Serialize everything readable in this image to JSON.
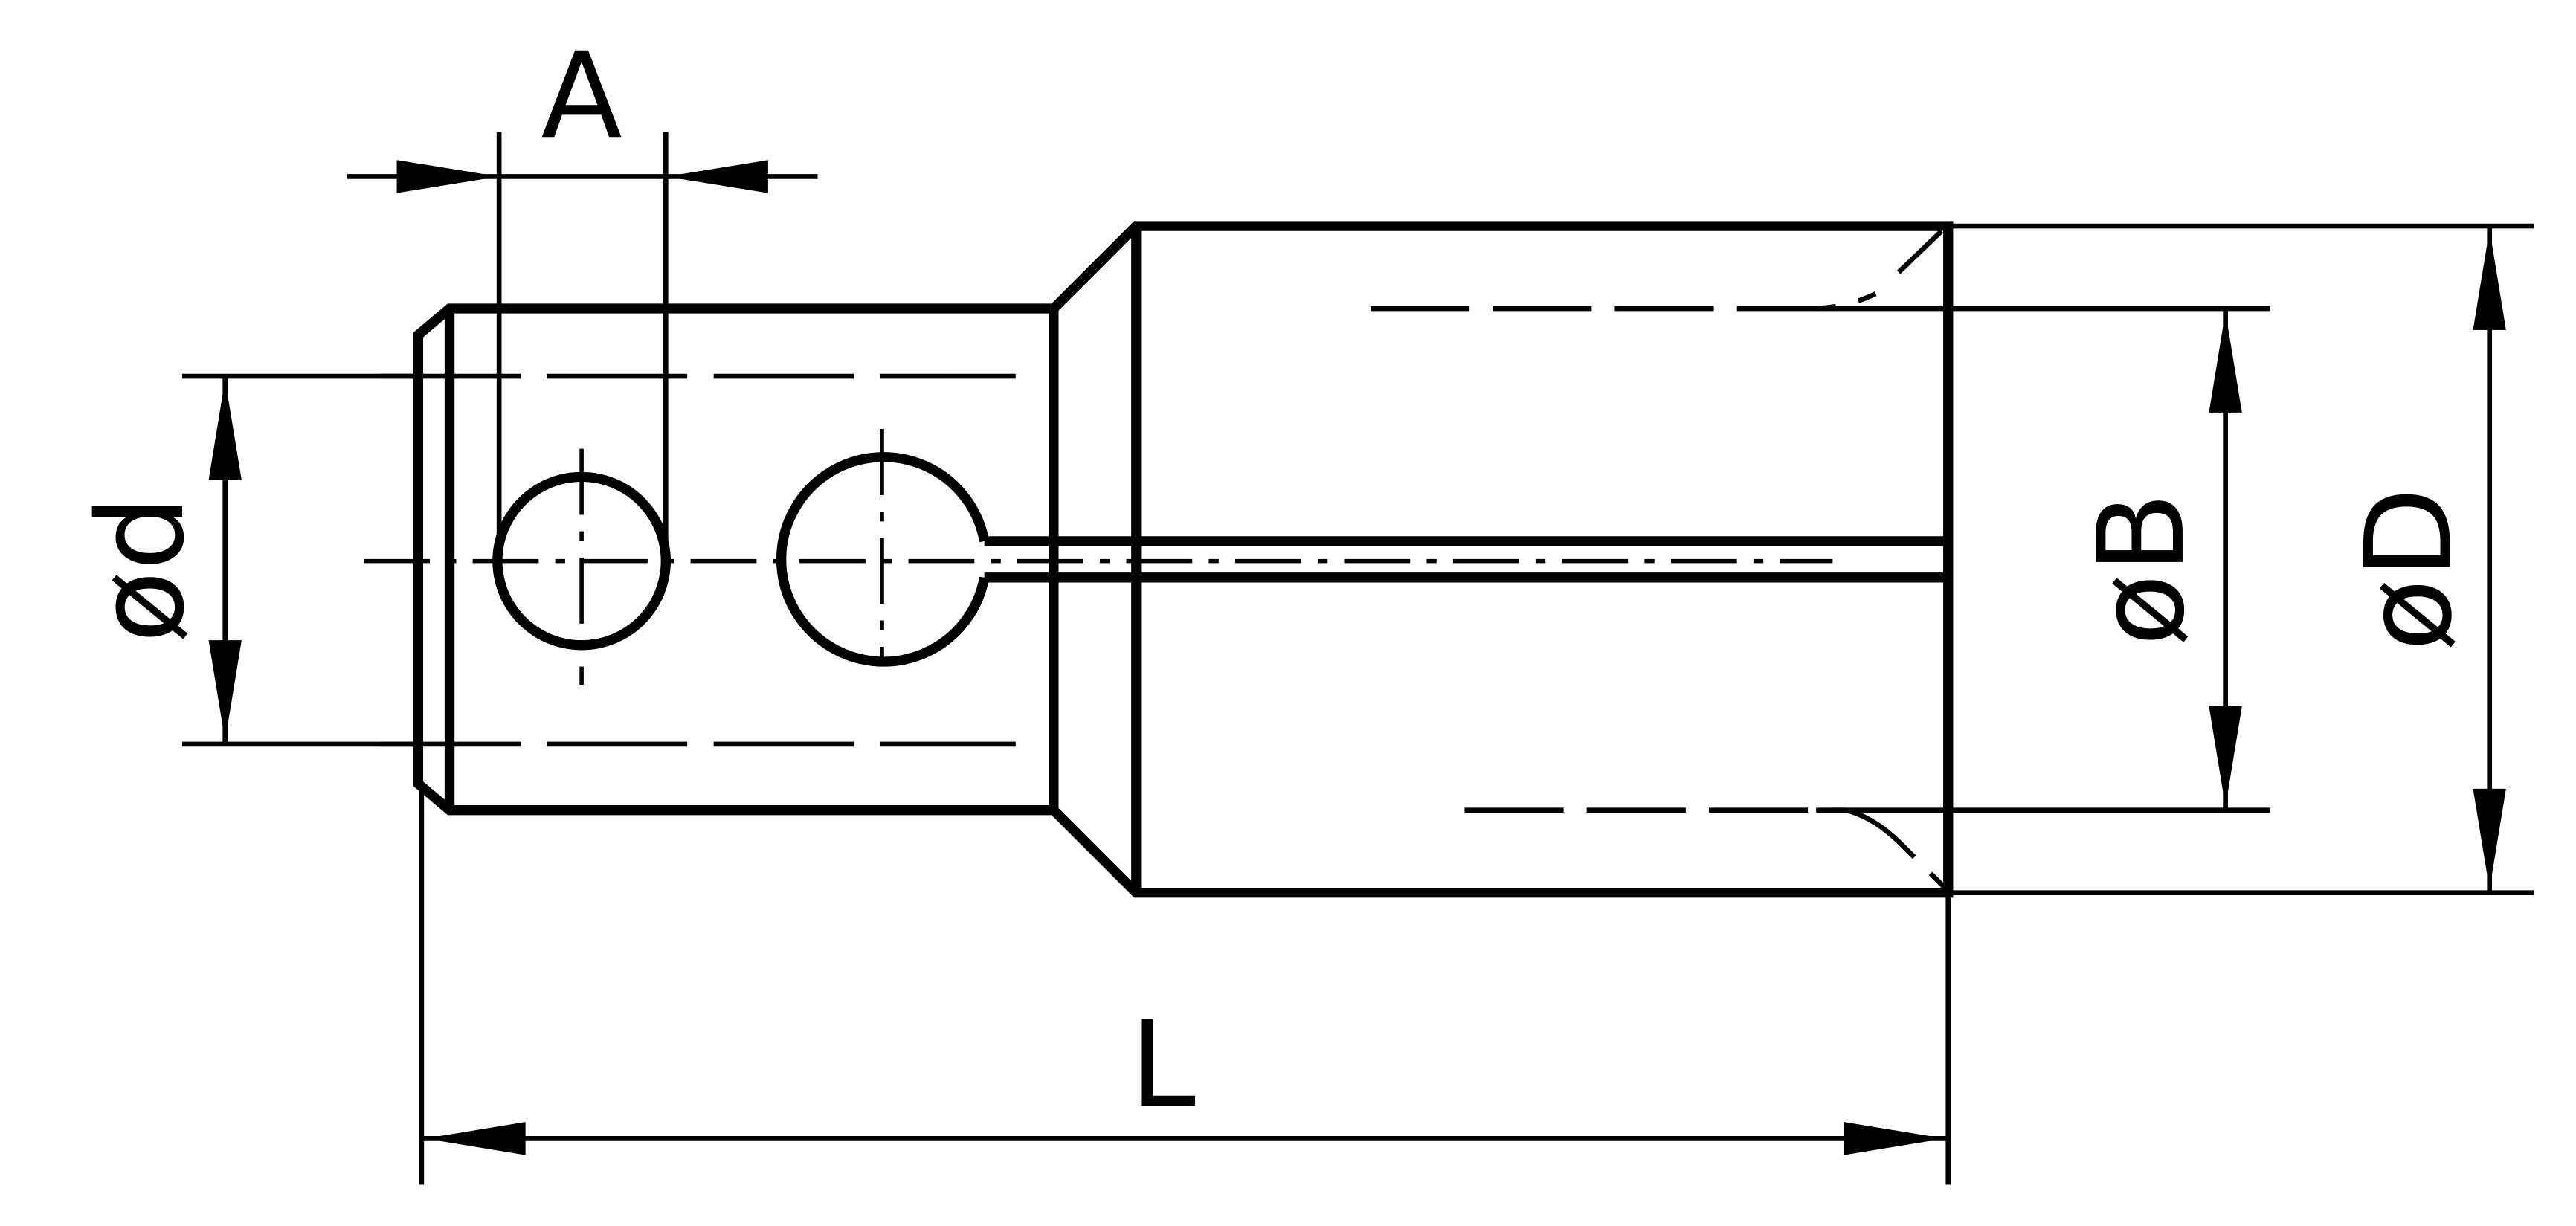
{
  "drawing": {
    "labels": {
      "A": "A",
      "L": "L",
      "d": "ød",
      "B": "øB",
      "D": "øD"
    },
    "line_color": "#000000",
    "background": "#ffffff"
  }
}
